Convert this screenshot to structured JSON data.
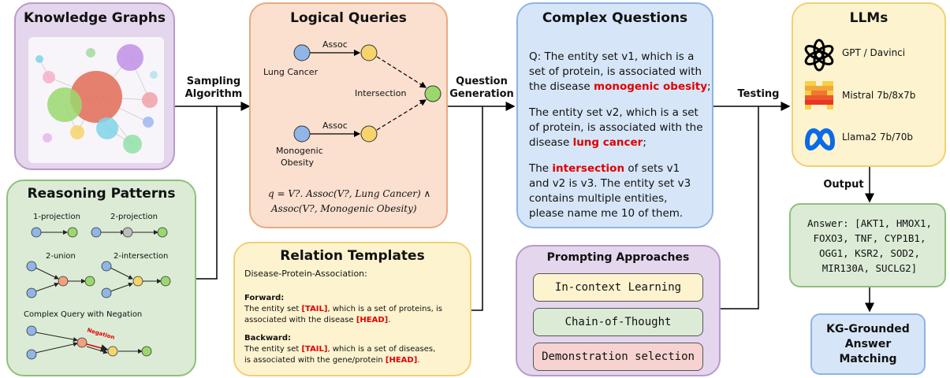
{
  "panels": {
    "knowledge_graphs": {
      "title": "Knowledge Graphs"
    },
    "reasoning_patterns": {
      "title": "Reasoning Patterns",
      "p1": "1-projection",
      "p2": "2-projection",
      "union": "2-union",
      "intersection": "2-intersection",
      "negation_title": "Complex Query with Negation",
      "negation_label": "Negation"
    },
    "logical_queries": {
      "title": "Logical Queries",
      "assoc1": "Assoc",
      "assoc2": "Assoc",
      "entity1": "Lung Cancer",
      "entity2a": "Monogenic",
      "entity2b": "Obesity",
      "intersection": "Intersection",
      "formula1": "q = V?. Assoc(V?, Lung Cancer) ∧",
      "formula2": "Assoc(V?, Monogenic Obesity)"
    },
    "relation_templates": {
      "title": "Relation Templates",
      "relation": "Disease-Protein-Association:",
      "forward_label": "Forward:",
      "forward_a": "The entity set ",
      "forward_tail": "[TAIL]",
      "forward_b": ", which is a set of proteins, is",
      "forward_c": "associated with the disease ",
      "forward_head": "[HEAD]",
      "backward_label": "Backward:",
      "backward_a": "The entity set ",
      "backward_tail": "[TAIL]",
      "backward_b": ", which is a set of diseases,",
      "backward_c": "is associated with the gene/protein ",
      "backward_head": "[HEAD]"
    },
    "complex_questions": {
      "title": "Complex Questions",
      "q1a": "Q: The entity set v1, which is a",
      "q1b": "set of protein, is associated with",
      "q1c": "the disease ",
      "q1_red": "monogenic obesity",
      "q2a": "The entity set v2, which is a set",
      "q2b": "of protein, is associated with the",
      "q2c": "disease ",
      "q2_red": "lung cancer",
      "q3a_pre": "The ",
      "q3a_red": "intersection",
      "q3a_post": " of sets v1",
      "q3b": "and v2 is v3. The entity set v3",
      "q3c": "contains multiple entities,",
      "q3d": "please name me 10 of them."
    },
    "prompting": {
      "title": "Prompting Approaches",
      "items": [
        "In-context Learning",
        "Chain-of-Thought",
        "Demonstration selection"
      ],
      "colors": [
        "#fdf3cf",
        "#dcebd6",
        "#f6d3d0"
      ]
    },
    "llms": {
      "title": "LLMs",
      "models": [
        "GPT / Davinci",
        "Mistral 7b/8x7b",
        "Llama2 7b/70b"
      ]
    },
    "answer": {
      "lines": [
        "Answer: [AKT1, HMOX1,",
        "FOXO3, TNF, CYP1B1,",
        "OGG1, KSR2, SOD2,",
        "MIR130A, SUCLG2]"
      ]
    },
    "kg_matching": {
      "lines": [
        "KG-Grounded",
        "Answer",
        "Matching"
      ]
    }
  },
  "edges": {
    "sampling": [
      "Sampling",
      "Algorithm"
    ],
    "question": [
      "Question",
      "Generation"
    ],
    "testing": "Testing",
    "output": "Output"
  }
}
